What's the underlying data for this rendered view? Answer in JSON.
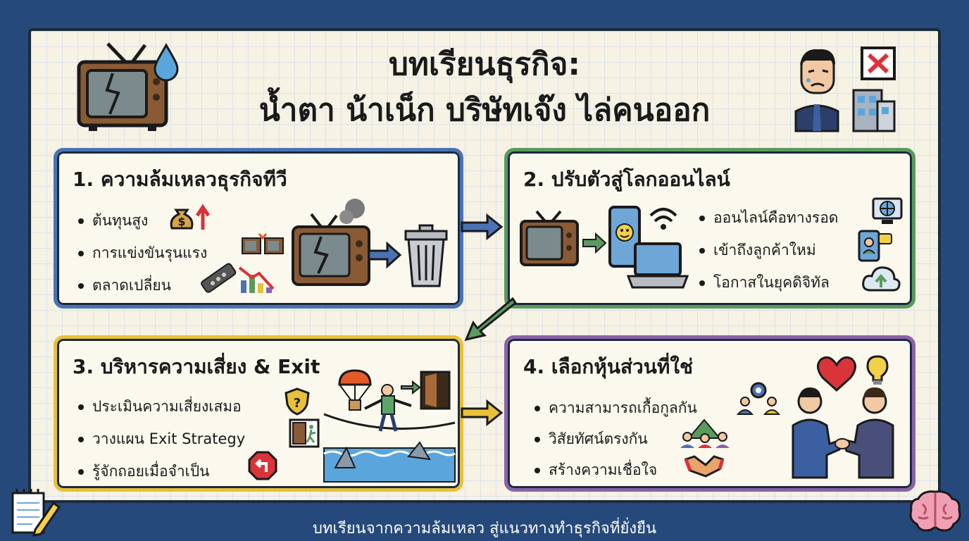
{
  "title": {
    "line1": "บทเรียนธุรกิจ:",
    "line2": "น้ำตา น้าเน็ก บริษัทเจ๊ง ไล่คนออก"
  },
  "panels": [
    {
      "title": "1. ความล้มเหลวธุรกิจทีวี",
      "border_color": "#4a72b5",
      "bullets": [
        "ต้นทุนสูง",
        "การแข่งขันรุนแรง",
        "ตลาดเปลี่ยน"
      ]
    },
    {
      "title": "2. ปรับตัวสู่โลกออนไลน์",
      "border_color": "#5a9a5e",
      "bullets": [
        "ออนไลน์คือทางรอด",
        "เข้าถึงลูกค้าใหม่",
        "โอกาสในยุคดิจิทัล"
      ]
    },
    {
      "title": "3. บริหารความเสี่ยง & Exit",
      "border_color": "#e8c13a",
      "bullets": [
        "ประเมินความเสี่ยงเสมอ",
        "วางแผน Exit Strategy",
        "รู้จักถอยเมื่อจำเป็น"
      ]
    },
    {
      "title": "4. เลือกหุ้นส่วนที่ใช่",
      "border_color": "#8a63a8",
      "bullets": [
        "ความสามารถเกื้อกูลกัน",
        "วิสัยทัศน์ตรงกัน",
        "สร้างความเชื่อใจ"
      ]
    }
  ],
  "footer": "บทเรียนจากความล้มเหลว สู่แนวทางทำธุรกิจที่ยั่งยืน",
  "icons": {
    "dollar_bag_symbol": "$",
    "shield_symbol": "?"
  }
}
